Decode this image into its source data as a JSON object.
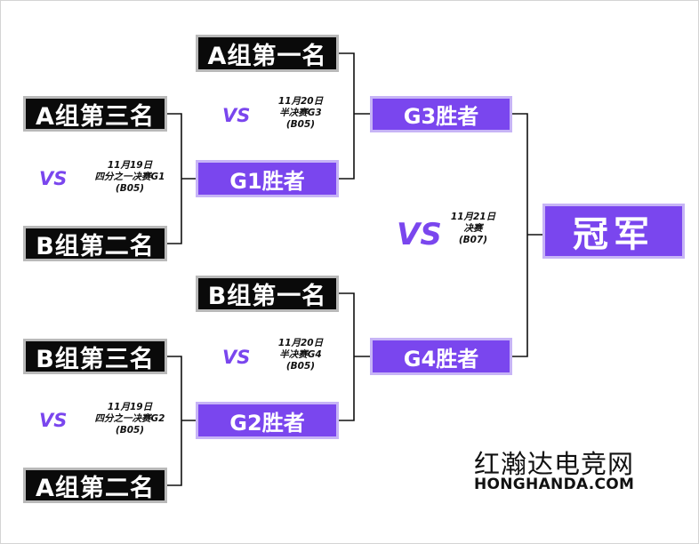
{
  "bracket": {
    "round1": [
      {
        "team_top": "A组第三名",
        "team_bottom": "B组第二名",
        "vs": "VS",
        "date": "11月19日",
        "match": "四分之一决赛G1",
        "venue": "(B05)"
      },
      {
        "team_top": "B组第三名",
        "team_bottom": "A组第二名",
        "vs": "VS",
        "date": "11月19日",
        "match": "四分之一决赛G2",
        "venue": "(B05)"
      }
    ],
    "round1_winners": [
      "G1胜者",
      "G2胜者"
    ],
    "semis": [
      {
        "seed": "A组第一名",
        "vs": "VS",
        "date": "11月20日",
        "match": "半决赛G3",
        "venue": "(B05)"
      },
      {
        "seed": "B组第一名",
        "vs": "VS",
        "date": "11月20日",
        "match": "半决赛G4",
        "venue": "(B05)"
      }
    ],
    "semi_winners": [
      "G3胜者",
      "G4胜者"
    ],
    "final": {
      "vs": "VS",
      "date": "11月21日",
      "match": "决赛",
      "venue": "(B07)"
    },
    "champion": "冠军"
  },
  "watermark": {
    "site_cn": "红瀚达电竞网",
    "site_en": "HONGHANDA.COM"
  },
  "colors": {
    "team_bg": "#0a0a0a",
    "accent": "#7a46ee",
    "line": "#111111"
  }
}
